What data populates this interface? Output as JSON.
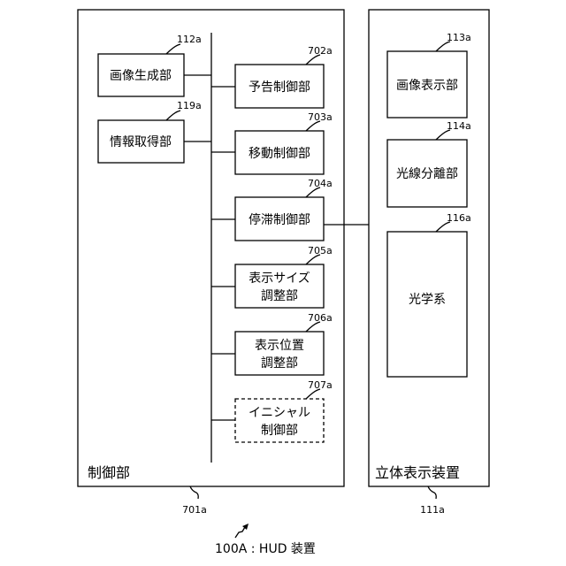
{
  "control_unit": {
    "label": "制御部",
    "ref": "701a",
    "blocks": [
      {
        "id": "image_gen",
        "lines": [
          "画像生成部"
        ],
        "ref": "112a"
      },
      {
        "id": "info_acq",
        "lines": [
          "情報取得部"
        ],
        "ref": "119a"
      },
      {
        "id": "notice",
        "lines": [
          "予告制御部"
        ],
        "ref": "702a"
      },
      {
        "id": "move",
        "lines": [
          "移動制御部"
        ],
        "ref": "703a"
      },
      {
        "id": "stay",
        "lines": [
          "停滞制御部"
        ],
        "ref": "704a"
      },
      {
        "id": "size",
        "lines": [
          "表示サイズ",
          "調整部"
        ],
        "ref": "705a"
      },
      {
        "id": "position",
        "lines": [
          "表示位置",
          "調整部"
        ],
        "ref": "706a"
      },
      {
        "id": "initial",
        "lines": [
          "イニシャル",
          "制御部"
        ],
        "ref": "707a",
        "dashed": true
      }
    ]
  },
  "display_unit": {
    "label": "立体表示装置",
    "ref": "111a",
    "blocks": [
      {
        "id": "image_disp",
        "lines": [
          "画像表示部"
        ],
        "ref": "113a"
      },
      {
        "id": "ray_sep",
        "lines": [
          "光線分離部"
        ],
        "ref": "114a"
      },
      {
        "id": "optics",
        "lines": [
          "光学系"
        ],
        "ref": "116a"
      }
    ]
  },
  "device": {
    "ref": "100A",
    "label": "HUD 装置",
    "caption": "100A : HUD 装置"
  }
}
